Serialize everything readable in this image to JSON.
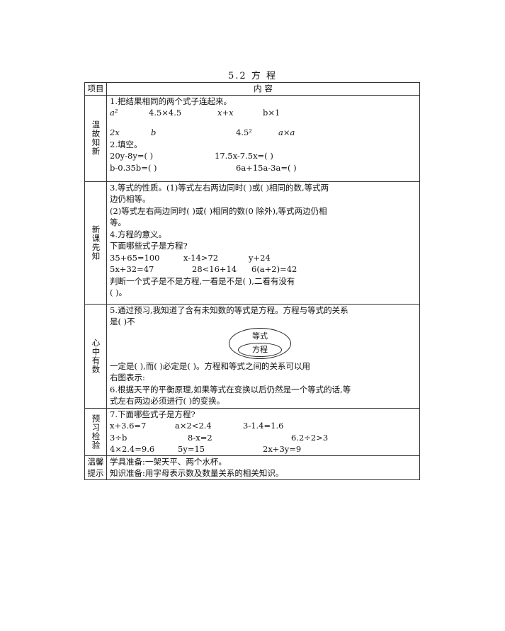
{
  "title": "5.2  方    程",
  "header": {
    "col1": "项目",
    "col2": "内      容"
  },
  "sections": {
    "review": {
      "label": "温故知新",
      "q1": "1.把结果相同的两个式子连起来。",
      "row_a": [
        "a²",
        "4.5×4.5",
        "x+x",
        "b×1"
      ],
      "row_b": [
        "2x",
        "b",
        "4.5²",
        "a×a"
      ],
      "q2": "2.填空。",
      "fill1_a": "20y-8y=(     )",
      "fill1_b": "17.5x-7.5x=(     )",
      "fill2_a": "b-0.35b=(     )",
      "fill2_b": "6a+15a-3a=(     )"
    },
    "new": {
      "label": "新课先知",
      "q3_line1": "3.等式的性质。(1)等式左右两边同时(      )或(      )相同的数,等式两",
      "q3_line2": "边仍相等。",
      "q3_line3": "(2)等式左右两边同时(      )或(      )相同的数(0 除外),等式两边仍相",
      "q3_line4": "等。",
      "q4": "4.方程的意义。",
      "q4_sub": "下面哪些式子是方程?",
      "eq_row1": [
        "35+65=100",
        "x-14>72",
        "y+24"
      ],
      "eq_row2": [
        "5x+32=47",
        "28<16+14",
        "6(a+2)=42"
      ],
      "judge_line1": "判断一个式子是不是方程,一看是不是(          ),二看有没有",
      "judge_line2": "(          )。"
    },
    "mind": {
      "label": "心中有数",
      "q5_line1": "5.通过预习,我知道了含有未知数的等式是方程。方程与等式的关系",
      "q5_line2": "是(      )不",
      "ellipse_outer": "等式",
      "ellipse_inner": "方程",
      "q5_line3": "一定是(      ),而(      )必定是(      )。方程和等式之间的关系可以用",
      "q5_line4": "右图表示:",
      "q6_line1": "6.根据天平的平衡原理,如果等式在变换以后仍然是一个等式的话,等",
      "q6_line2": "式左右两边必须进行(          )的变换。"
    },
    "preview": {
      "label": "预习检验",
      "q7": "7.下面哪些式子是方程?",
      "row1": [
        "x+3.6=7",
        "a×2<2.4",
        "3-1.4=1.6"
      ],
      "row2": [
        "3÷b",
        "8-x=2",
        "6.2÷2>3"
      ],
      "row3": [
        "4×2.4=9.6",
        "5y=15",
        "2x+3y=9"
      ]
    },
    "tips": {
      "label": "温馨提示",
      "line1": "学具准备:一架天平、两个水杯。",
      "line2": "知识准备:用字母表示数及数量关系的相关知识。"
    }
  }
}
